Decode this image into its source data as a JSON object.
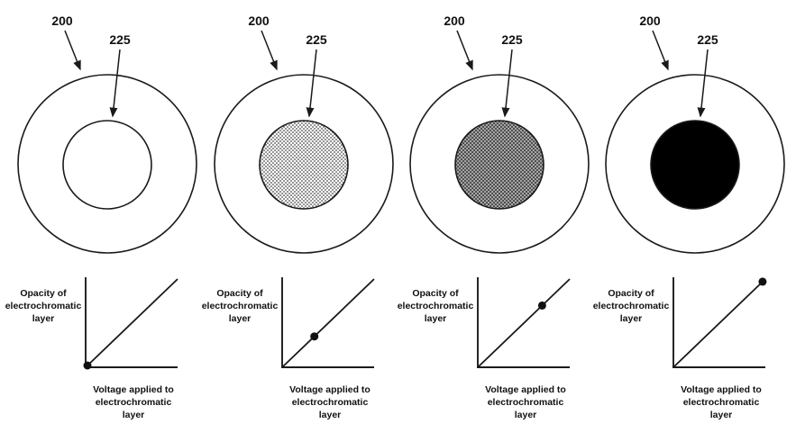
{
  "panels": [
    {
      "outer_label": "200",
      "inner_label": "225",
      "layer_fill": "white",
      "dot_fraction": 0.02
    },
    {
      "outer_label": "200",
      "inner_label": "225",
      "layer_fill": "light-stipple",
      "dot_fraction": 0.35
    },
    {
      "outer_label": "200",
      "inner_label": "225",
      "layer_fill": "dark-stipple",
      "dot_fraction": 0.7
    },
    {
      "outer_label": "200",
      "inner_label": "225",
      "layer_fill": "black",
      "dot_fraction": 0.97
    }
  ],
  "graph": {
    "ylabel_lines": [
      "Opacity of",
      "electrochromatic",
      "layer"
    ],
    "xlabel_lines": [
      "Voltage applied to",
      "electrochromatic",
      "layer"
    ]
  },
  "colors": {
    "ink": "#1a1a1a",
    "light_stipple_avg": "#c9c9c9",
    "dark_stipple_avg": "#8f8f8f",
    "black_fill": "#000000"
  }
}
